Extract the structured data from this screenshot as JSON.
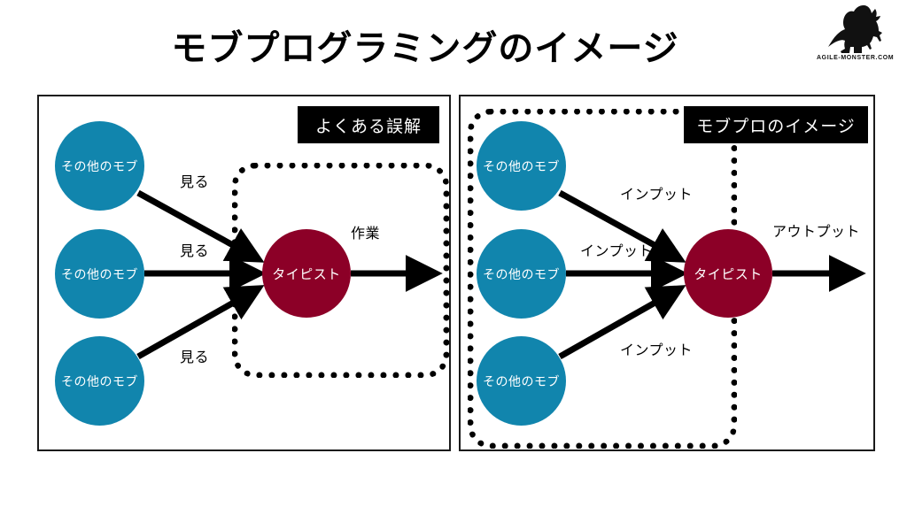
{
  "header": {
    "title": "モブプログラミングのイメージ",
    "logo_icon": "monster-logo-icon",
    "logo_text": "AGILE-MONSTER.COM"
  },
  "colors": {
    "mob_circle": "#1185ad",
    "typist_circle": "#8c0027",
    "label_background": "#000000",
    "label_text": "#ffffff",
    "panel_border": "#1a1a1a",
    "arrow": "#000000",
    "background": "#ffffff"
  },
  "panels": [
    {
      "id": "left",
      "label": "よくある誤解",
      "mobs": [
        {
          "label": "その他のモブ"
        },
        {
          "label": "その他のモブ"
        },
        {
          "label": "その他のモブ"
        }
      ],
      "typist": {
        "label": "タイピスト"
      },
      "edge_labels": [
        {
          "text": "見る"
        },
        {
          "text": "見る"
        },
        {
          "text": "見る"
        },
        {
          "text": "作業"
        }
      ]
    },
    {
      "id": "right",
      "label": "モブプロのイメージ",
      "mobs": [
        {
          "label": "その他のモブ"
        },
        {
          "label": "その他のモブ"
        },
        {
          "label": "その他のモブ"
        }
      ],
      "typist": {
        "label": "タイピスト"
      },
      "edge_labels": [
        {
          "text": "インプット"
        },
        {
          "text": "インプット"
        },
        {
          "text": "インプット"
        },
        {
          "text": "アウトプット"
        }
      ]
    }
  ]
}
